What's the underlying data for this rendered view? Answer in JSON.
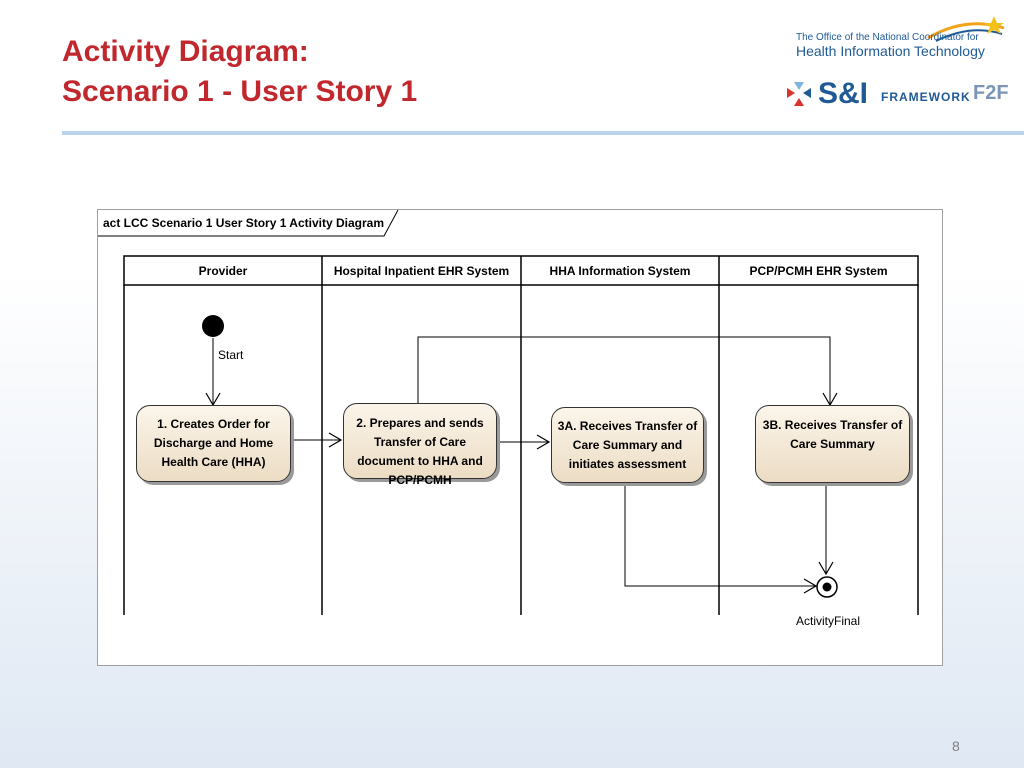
{
  "slide": {
    "title_line1": "Activity Diagram:",
    "title_line2": "Scenario 1 - User Story 1",
    "page_number": "8"
  },
  "logos": {
    "onc_line1": "The Office of the National Coordinator for",
    "onc_line2": "Health Information Technology",
    "si_brand": "S&I",
    "si_framework": "FRAMEWORK",
    "si_f2f": "F2F"
  },
  "diagram": {
    "frame_label": "act LCC Scenario 1 User Story 1 Activity Diagram",
    "lanes": [
      "Provider",
      "Hospital Inpatient EHR System",
      "HHA Information System",
      "PCP/PCMH EHR System"
    ],
    "start_label": "Start",
    "final_label": "ActivityFinal",
    "nodes": {
      "n1": "1. Creates Order for Discharge and Home Health Care (HHA)",
      "n2": "2. Prepares and sends Transfer of Care document to HHA and PCP/PCMH",
      "n3a": "3A. Receives Transfer of Care Summary and initiates assessment",
      "n3b": "3B. Receives Transfer of Care Summary"
    },
    "colors": {
      "node_fill_top": "#fbf5ea",
      "node_fill_bottom": "#ecdcc4",
      "title_red": "#c0282d",
      "brand_blue": "#1f5a96"
    }
  }
}
